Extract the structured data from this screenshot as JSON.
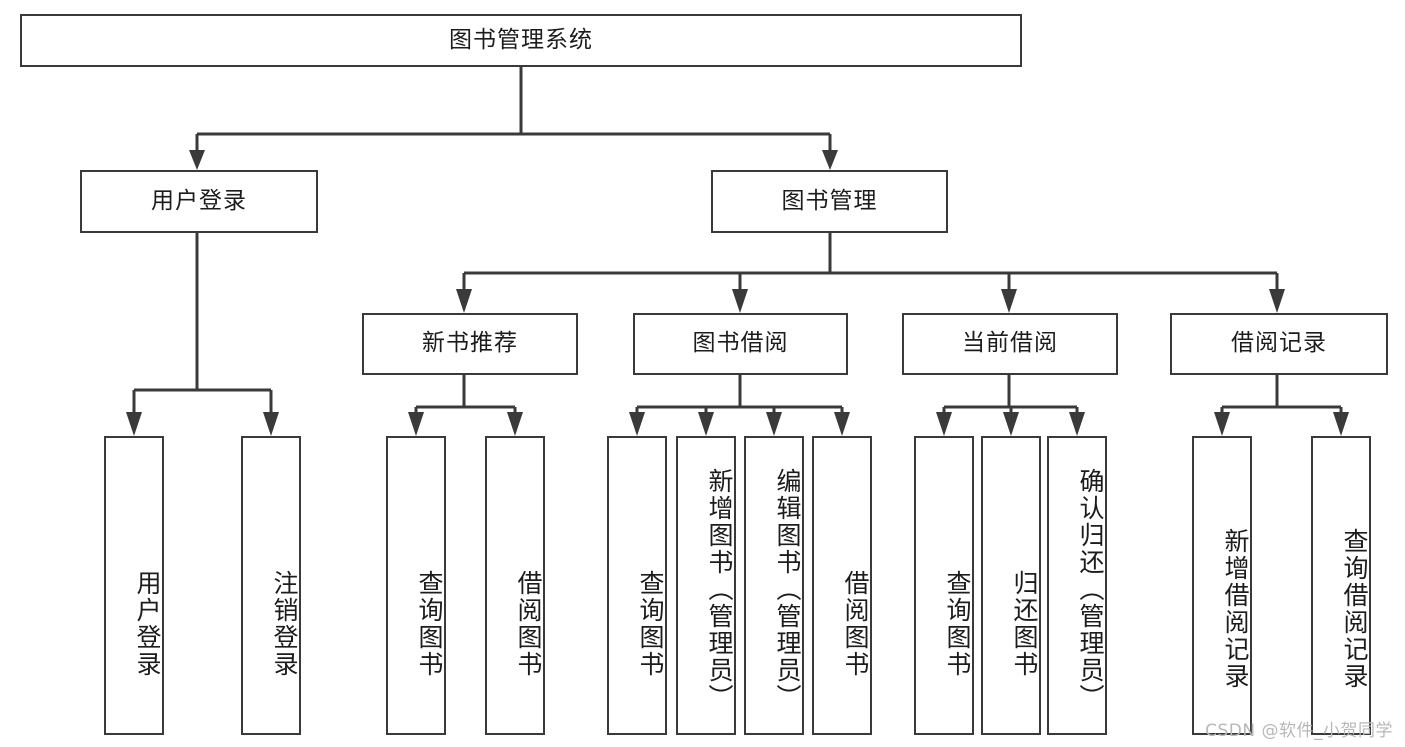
{
  "diagram": {
    "title": "图书管理系统",
    "type": "tree-hierarchy",
    "root": {
      "id": "root",
      "label": "图书管理系统"
    },
    "level2": [
      {
        "id": "user-login",
        "label": "用户登录"
      },
      {
        "id": "book-manage",
        "label": "图书管理"
      }
    ],
    "level3": [
      {
        "id": "new-book-recommend",
        "label": "新书推荐"
      },
      {
        "id": "book-borrow",
        "label": "图书借阅"
      },
      {
        "id": "current-borrow",
        "label": "当前借阅"
      },
      {
        "id": "borrow-record",
        "label": "借阅记录"
      }
    ],
    "leaves": {
      "user_login": [
        {
          "id": "leaf-user-login",
          "label": "用户登录"
        },
        {
          "id": "leaf-logout",
          "label": "注销登录"
        }
      ],
      "new_book_recommend": [
        {
          "id": "leaf-query-book-1",
          "label": "查询图书"
        },
        {
          "id": "leaf-borrow-book-1",
          "label": "借阅图书"
        }
      ],
      "book_borrow": [
        {
          "id": "leaf-query-book-2",
          "label": "查询图书"
        },
        {
          "id": "leaf-add-book",
          "label": "新增图书（管理员）"
        },
        {
          "id": "leaf-edit-book",
          "label": "编辑图书（管理员）"
        },
        {
          "id": "leaf-borrow-book-2",
          "label": "借阅图书"
        }
      ],
      "current_borrow": [
        {
          "id": "leaf-query-book-3",
          "label": "查询图书"
        },
        {
          "id": "leaf-return-book",
          "label": "归还图书"
        },
        {
          "id": "leaf-confirm-return",
          "label": "确认归还（管理员）"
        }
      ],
      "borrow_record": [
        {
          "id": "leaf-add-record",
          "label": "新增借阅记录"
        },
        {
          "id": "leaf-query-record",
          "label": "查询借阅记录"
        }
      ]
    }
  },
  "watermark": {
    "text": "CSDN @软件_小贺同学"
  },
  "colors": {
    "stroke": "#3a3a3a",
    "text": "#1c1c1c",
    "background": "#ffffff",
    "watermark": "#b8b8b8"
  }
}
